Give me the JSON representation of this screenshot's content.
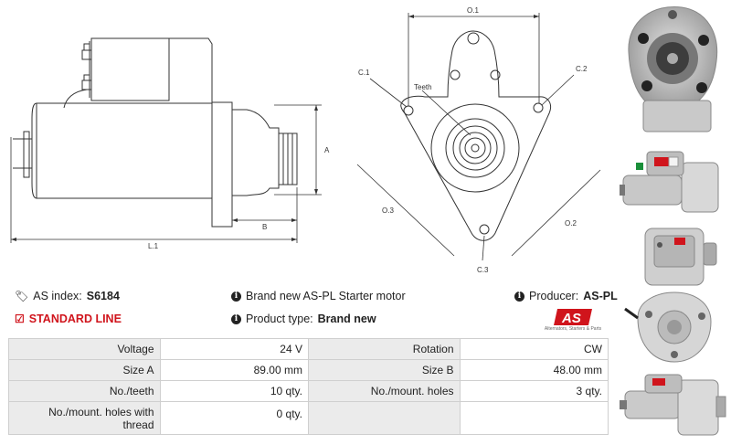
{
  "drawing": {
    "dim_L1": "L.1",
    "dim_A": "A",
    "dim_B": "B",
    "dim_O1": "O.1",
    "dim_O2": "O.2",
    "dim_O3": "O.3",
    "dim_C1": "C.1",
    "dim_C2": "C.2",
    "dim_C3": "C.3",
    "teeth_label": "Teeth"
  },
  "info": {
    "as_index_label": "AS index:",
    "as_index_value": "S6184",
    "line_label": "STANDARD LINE",
    "description": "Brand new AS-PL Starter motor",
    "product_type_label": "Product type:",
    "product_type_value": "Brand new",
    "producer_label": "Producer:",
    "producer_value": "AS-PL"
  },
  "logo": {
    "text": "AS",
    "tagline": "Alternators, Starters & Parts",
    "color": "#d0141c"
  },
  "specs": [
    {
      "k1": "Voltage",
      "v1": "24 V",
      "k2": "Rotation",
      "v2": "CW"
    },
    {
      "k1": "Size A",
      "v1": "89.00 mm",
      "k2": "Size B",
      "v2": "48.00 mm"
    },
    {
      "k1": "No./teeth",
      "v1": "10 qty.",
      "k2": "No./mount. holes",
      "v2": "3 qty."
    },
    {
      "k1": "No./mount. holes with thread",
      "v1": "0 qty.",
      "k2": "",
      "v2": ""
    }
  ]
}
